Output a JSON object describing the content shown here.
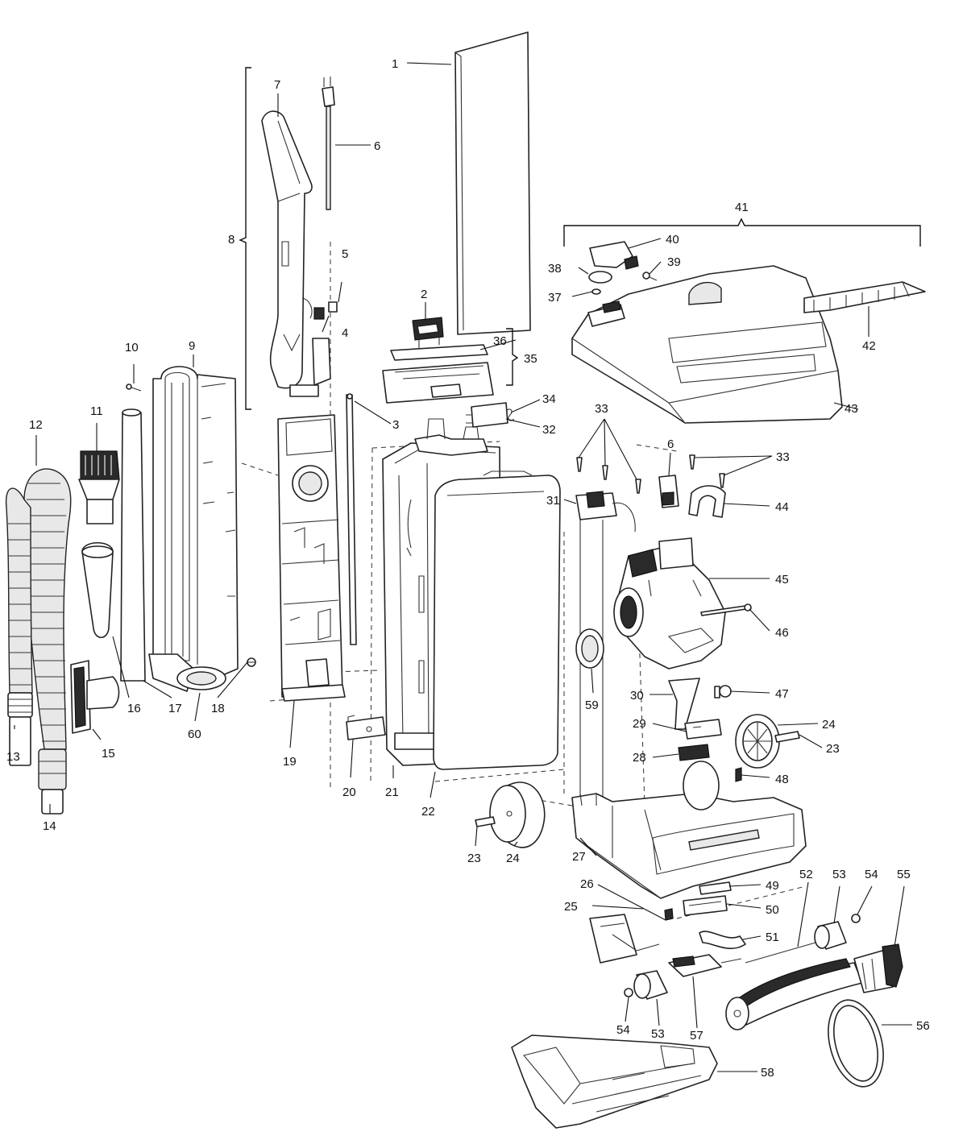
{
  "callouts": [
    {
      "id": "c1",
      "label": "1"
    },
    {
      "id": "c2",
      "label": "2"
    },
    {
      "id": "c3",
      "label": "3"
    },
    {
      "id": "c4",
      "label": "4"
    },
    {
      "id": "c5",
      "label": "5"
    },
    {
      "id": "c6a",
      "label": "6"
    },
    {
      "id": "c6b",
      "label": "6"
    },
    {
      "id": "c7",
      "label": "7"
    },
    {
      "id": "c8",
      "label": "8"
    },
    {
      "id": "c9",
      "label": "9"
    },
    {
      "id": "c10",
      "label": "10"
    },
    {
      "id": "c11",
      "label": "11"
    },
    {
      "id": "c12",
      "label": "12"
    },
    {
      "id": "c13",
      "label": "13"
    },
    {
      "id": "c14",
      "label": "14"
    },
    {
      "id": "c15",
      "label": "15"
    },
    {
      "id": "c16",
      "label": "16"
    },
    {
      "id": "c17",
      "label": "17"
    },
    {
      "id": "c18",
      "label": "18"
    },
    {
      "id": "c19",
      "label": "19"
    },
    {
      "id": "c20",
      "label": "20"
    },
    {
      "id": "c21",
      "label": "21"
    },
    {
      "id": "c22",
      "label": "22"
    },
    {
      "id": "c23a",
      "label": "23"
    },
    {
      "id": "c23b",
      "label": "23"
    },
    {
      "id": "c24a",
      "label": "24"
    },
    {
      "id": "c24b",
      "label": "24"
    },
    {
      "id": "c25",
      "label": "25"
    },
    {
      "id": "c26",
      "label": "26"
    },
    {
      "id": "c27",
      "label": "27"
    },
    {
      "id": "c28",
      "label": "28"
    },
    {
      "id": "c29",
      "label": "29"
    },
    {
      "id": "c30",
      "label": "30"
    },
    {
      "id": "c31",
      "label": "31"
    },
    {
      "id": "c32",
      "label": "32"
    },
    {
      "id": "c33a",
      "label": "33"
    },
    {
      "id": "c33b",
      "label": "33"
    },
    {
      "id": "c34",
      "label": "34"
    },
    {
      "id": "c35",
      "label": "35"
    },
    {
      "id": "c36",
      "label": "36"
    },
    {
      "id": "c37",
      "label": "37"
    },
    {
      "id": "c38",
      "label": "38"
    },
    {
      "id": "c39",
      "label": "39"
    },
    {
      "id": "c40",
      "label": "40"
    },
    {
      "id": "c41",
      "label": "41"
    },
    {
      "id": "c42",
      "label": "42"
    },
    {
      "id": "c43",
      "label": "43"
    },
    {
      "id": "c44",
      "label": "44"
    },
    {
      "id": "c45",
      "label": "45"
    },
    {
      "id": "c46",
      "label": "46"
    },
    {
      "id": "c47",
      "label": "47"
    },
    {
      "id": "c48",
      "label": "48"
    },
    {
      "id": "c49",
      "label": "49"
    },
    {
      "id": "c50",
      "label": "50"
    },
    {
      "id": "c51",
      "label": "51"
    },
    {
      "id": "c52",
      "label": "52"
    },
    {
      "id": "c53a",
      "label": "53"
    },
    {
      "id": "c53b",
      "label": "53"
    },
    {
      "id": "c54a",
      "label": "54"
    },
    {
      "id": "c54b",
      "label": "54"
    },
    {
      "id": "c55",
      "label": "55"
    },
    {
      "id": "c56",
      "label": "56"
    },
    {
      "id": "c57",
      "label": "57"
    },
    {
      "id": "c58",
      "label": "58"
    },
    {
      "id": "c59",
      "label": "59"
    },
    {
      "id": "c60",
      "label": "60"
    }
  ]
}
